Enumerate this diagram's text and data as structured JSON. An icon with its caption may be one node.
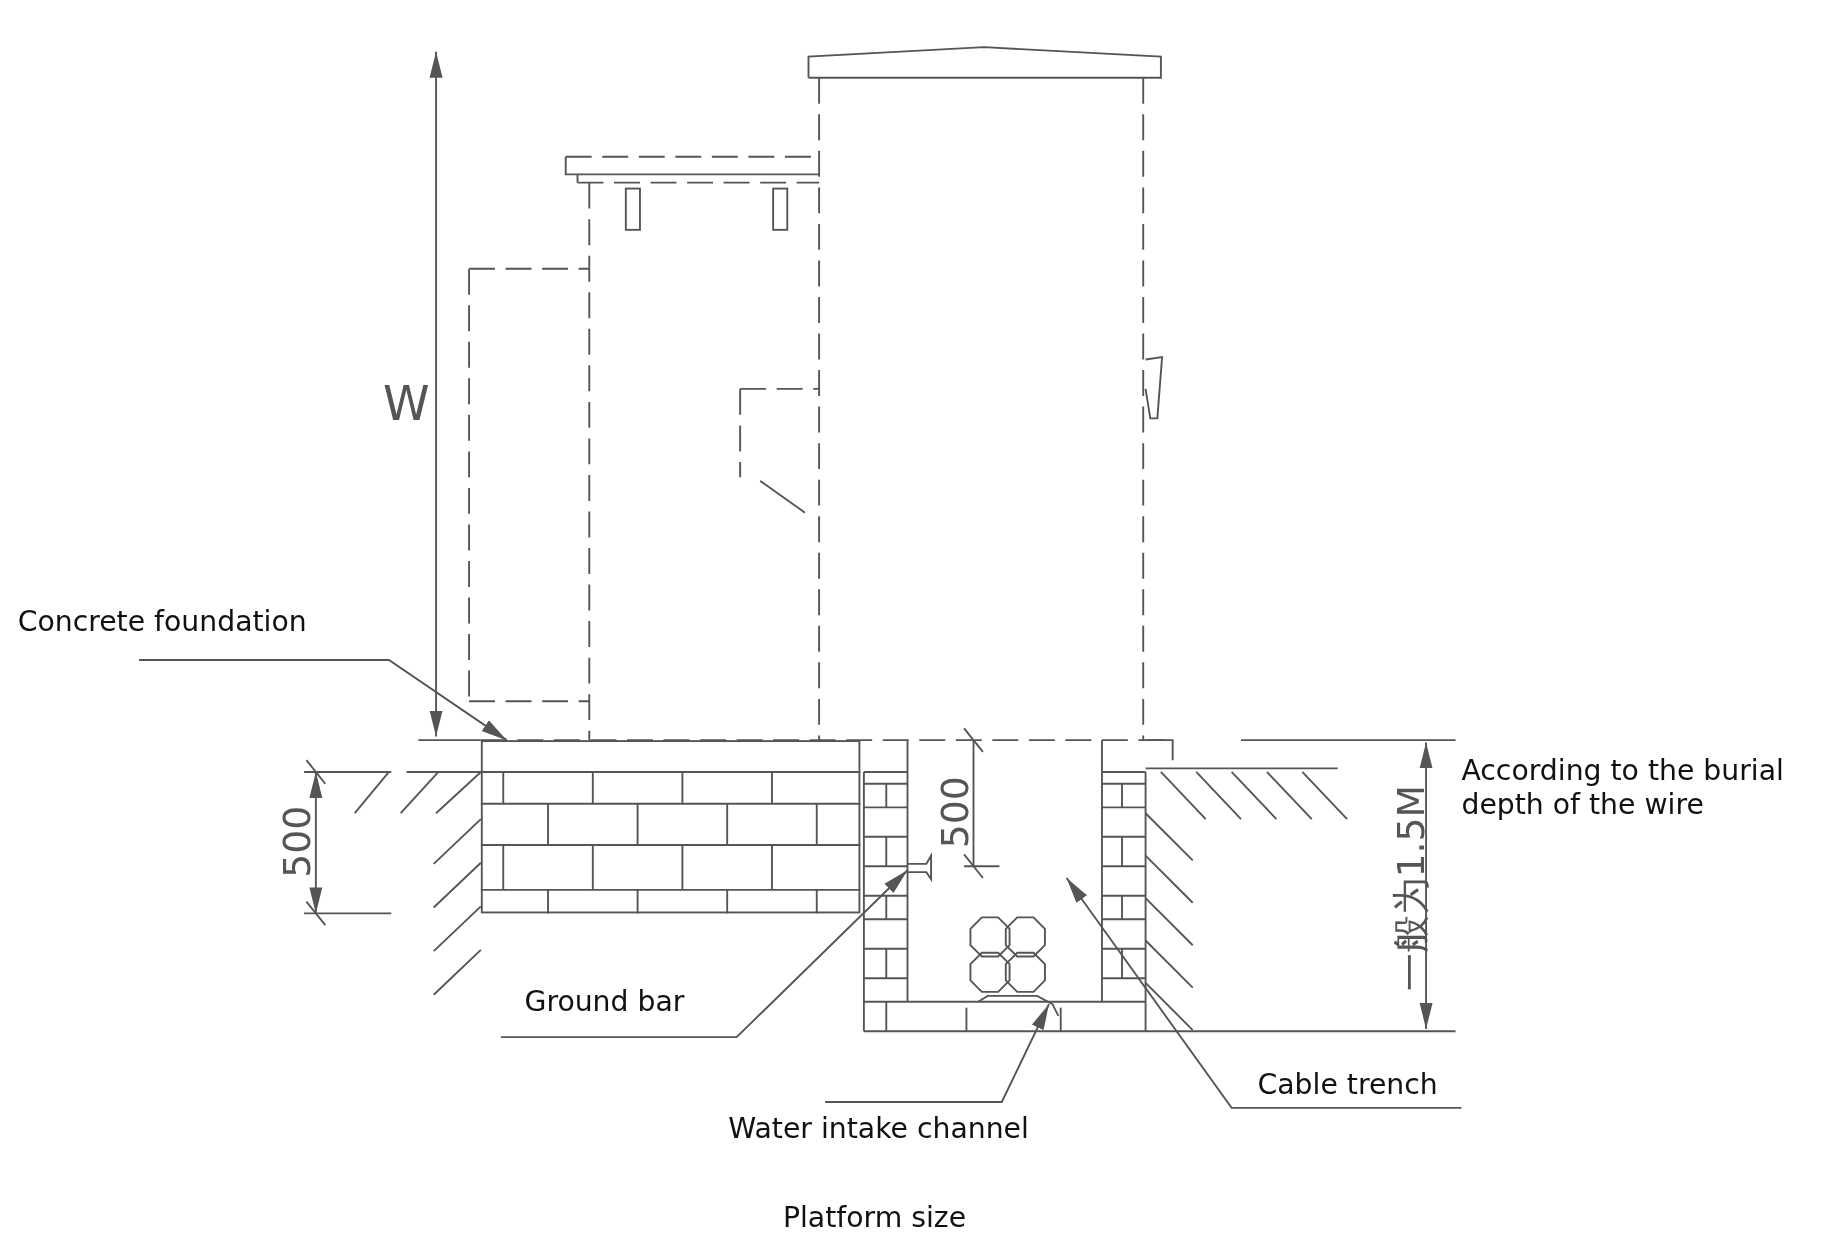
{
  "diagram": {
    "caption": "Platform size",
    "nodes": [
      {
        "text": [
          "Concrete foundation"
        ]
      },
      {
        "text": [],
        "shape": "box"
      },
      {
        "text": [
          "Ground bar"
        ]
      },
      {
        "text": [
          "Cable trench"
        ]
      },
      {
        "text": [
          "Water intake channel"
        ]
      },
      {
        "text": [],
        "shape": "picture"
      }
    ],
    "edges": [
      {
        "from": 0,
        "to": 1,
        "arrow": "to"
      },
      {
        "from": 2,
        "to": 5,
        "arrow": "to"
      },
      {
        "from": 3,
        "to": null,
        "arrow": "to"
      },
      {
        "from": 4,
        "to": null,
        "arrow": "to"
      }
    ],
    "labels": [
      "W",
      "According to the burial depth of the wire",
      "500",
      "500",
      "一般为1.5M"
    ]
  }
}
